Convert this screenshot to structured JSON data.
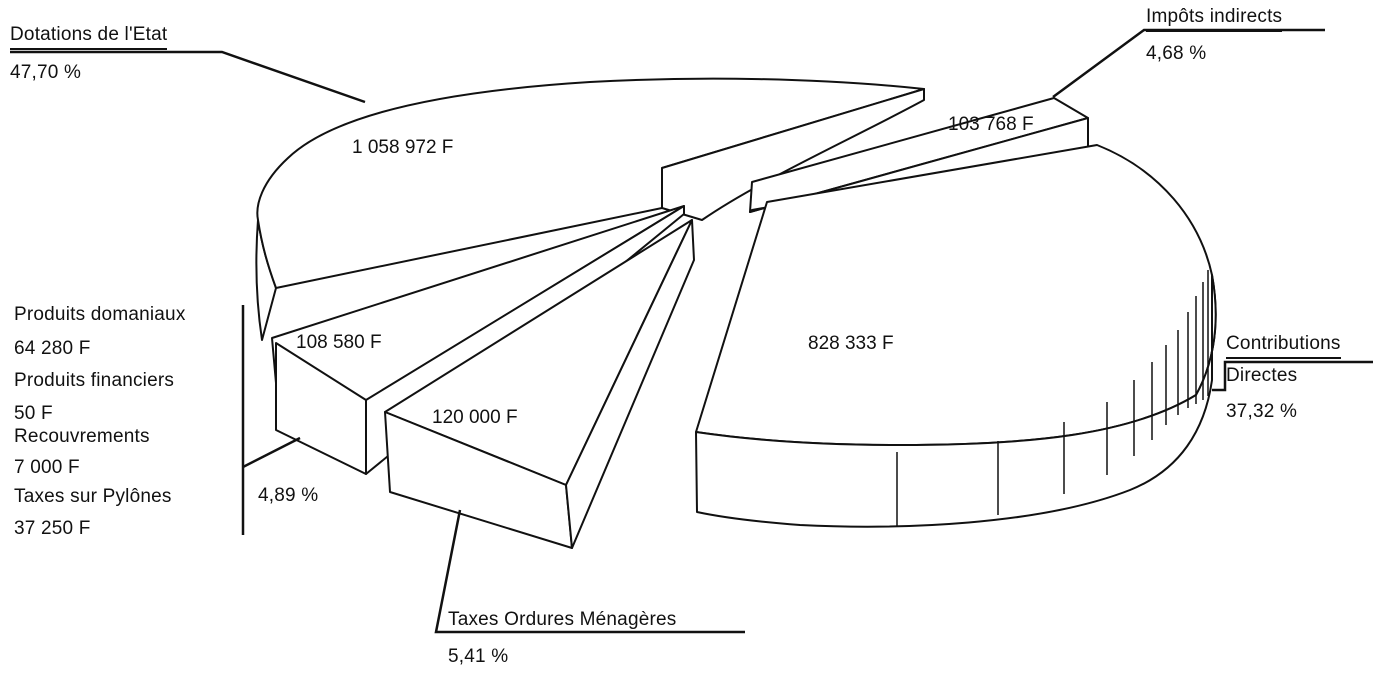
{
  "chart_data": {
    "type": "pie",
    "slices": [
      {
        "label": "Dotations de l'Etat",
        "value_label": "1 058 972 F",
        "percent_label": "47,70 %",
        "percent": 47.7
      },
      {
        "label": "Impôts indirects",
        "value_label": "103 768 F",
        "percent_label": "4,68 %",
        "percent": 4.68
      },
      {
        "label_line1": "Contributions",
        "label_line2": "Directes",
        "value_label": "828 333 F",
        "percent_label": "37,32 %",
        "percent": 37.32
      },
      {
        "label": "Taxes Ordures Ménagères",
        "value_label": "120 000 F",
        "percent_label": "5,41 %",
        "percent": 5.41
      },
      {
        "value_label": "108 580 F",
        "percent_label": "4,89 %",
        "percent": 4.89,
        "components": [
          {
            "label": "Produits domaniaux",
            "value": "64 280 F"
          },
          {
            "label": "Produits financiers",
            "value": "50 F"
          },
          {
            "label": "Recouvrements",
            "value": "7 000 F"
          },
          {
            "label": "Taxes sur Pylônes",
            "value": "37 250 F"
          }
        ]
      }
    ]
  }
}
